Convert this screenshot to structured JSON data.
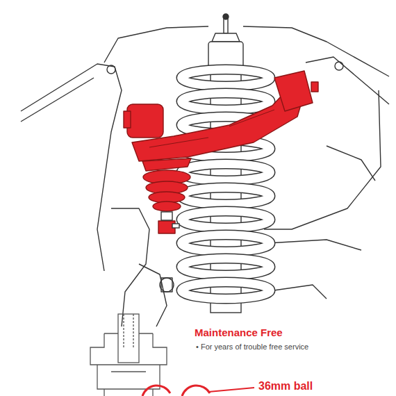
{
  "diagram": {
    "labels": [
      "Maintenance Free",
      "• For years of trouble free service",
      "36mm ball"
    ]
  }
}
